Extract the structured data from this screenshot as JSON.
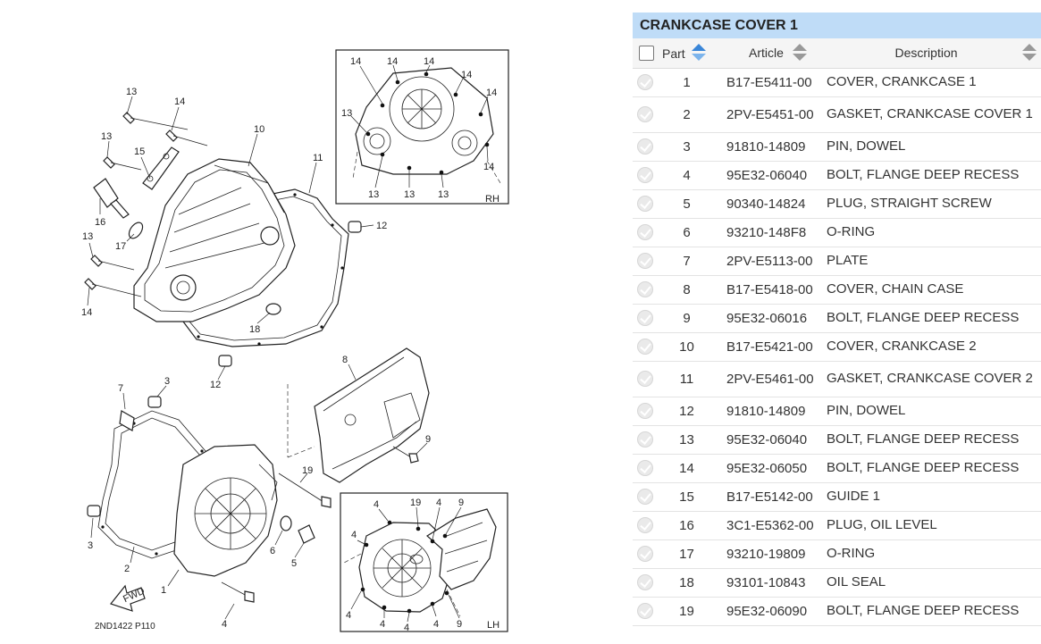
{
  "diagram": {
    "reference_code": "2ND1422 P110",
    "fwd_label": "FWD",
    "inset_rh_label": "RH",
    "inset_lh_label": "LH",
    "callouts": [
      "1",
      "2",
      "3",
      "3",
      "4",
      "4",
      "4",
      "4",
      "4",
      "4",
      "5",
      "6",
      "7",
      "8",
      "9",
      "9",
      "10",
      "11",
      "12",
      "12",
      "13",
      "13",
      "13",
      "13",
      "13",
      "13",
      "13",
      "14",
      "14",
      "14",
      "14",
      "14",
      "14",
      "14",
      "15",
      "16",
      "17",
      "18",
      "19",
      "19"
    ]
  },
  "parts": {
    "title": "CRANKCASE COVER 1",
    "header": {
      "part": "Part",
      "article": "Article",
      "description": "Description"
    },
    "rows": [
      {
        "no": "1",
        "article": "B17-E5411-00",
        "desc": "COVER, CRANKCASE 1"
      },
      {
        "no": "2",
        "article": "2PV-E5451-00",
        "desc": "GASKET, CRANKCASE COVER 1"
      },
      {
        "no": "3",
        "article": "91810-14809",
        "desc": "PIN, DOWEL"
      },
      {
        "no": "4",
        "article": "95E32-06040",
        "desc": "BOLT, FLANGE DEEP RECESS"
      },
      {
        "no": "5",
        "article": "90340-14824",
        "desc": "PLUG, STRAIGHT SCREW"
      },
      {
        "no": "6",
        "article": "93210-148F8",
        "desc": "O-RING"
      },
      {
        "no": "7",
        "article": "2PV-E5113-00",
        "desc": "PLATE"
      },
      {
        "no": "8",
        "article": "B17-E5418-00",
        "desc": "COVER, CHAIN CASE"
      },
      {
        "no": "9",
        "article": "95E32-06016",
        "desc": "BOLT, FLANGE DEEP RECESS"
      },
      {
        "no": "10",
        "article": "B17-E5421-00",
        "desc": "COVER, CRANKCASE 2"
      },
      {
        "no": "11",
        "article": "2PV-E5461-00",
        "desc": "GASKET, CRANKCASE COVER 2"
      },
      {
        "no": "12",
        "article": "91810-14809",
        "desc": "PIN, DOWEL"
      },
      {
        "no": "13",
        "article": "95E32-06040",
        "desc": "BOLT, FLANGE DEEP RECESS"
      },
      {
        "no": "14",
        "article": "95E32-06050",
        "desc": "BOLT, FLANGE DEEP RECESS"
      },
      {
        "no": "15",
        "article": "B17-E5142-00",
        "desc": "GUIDE 1"
      },
      {
        "no": "16",
        "article": "3C1-E5362-00",
        "desc": "PLUG, OIL LEVEL"
      },
      {
        "no": "17",
        "article": "93210-19809",
        "desc": "O-RING"
      },
      {
        "no": "18",
        "article": "93101-10843",
        "desc": "OIL SEAL"
      },
      {
        "no": "19",
        "article": "95E32-06090",
        "desc": "BOLT, FLANGE DEEP RECESS"
      }
    ]
  },
  "colors": {
    "title_bg": "#bfdcf7",
    "sort_active": "#3a86d8"
  },
  "icons": {
    "row_select": "check-circle-icon",
    "sort": "sort-arrows-icon",
    "fwd": "fwd-arrow-icon"
  }
}
